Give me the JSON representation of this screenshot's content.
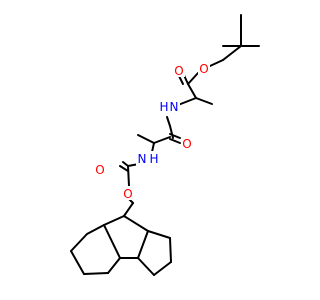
{
  "molecule": {
    "atoms": {
      "o_ester": {
        "text": "O",
        "color": "#ff0000"
      },
      "o_ester_carbonyl": {
        "text": "O",
        "color": "#ff0000"
      },
      "nh_ala2": {
        "text": "N",
        "color": "#0000ff"
      },
      "h_nh_ala2": {
        "text": "H",
        "color": "#0000ff"
      },
      "o_amide": {
        "text": "O",
        "color": "#ff0000"
      },
      "nh_ala1": {
        "text": "N",
        "color": "#0000ff"
      },
      "h_nh_ala1": {
        "text": "H",
        "color": "#0000ff"
      },
      "o_carbamate_carbonyl": {
        "text": "O",
        "color": "#ff0000"
      },
      "o_carbamate_ether": {
        "text": "O",
        "color": "#ff0000"
      }
    },
    "colors": {
      "bond": "#000000",
      "oxygen": "#ff0000",
      "nitrogen": "#0000ff",
      "background": "#ffffff"
    }
  }
}
